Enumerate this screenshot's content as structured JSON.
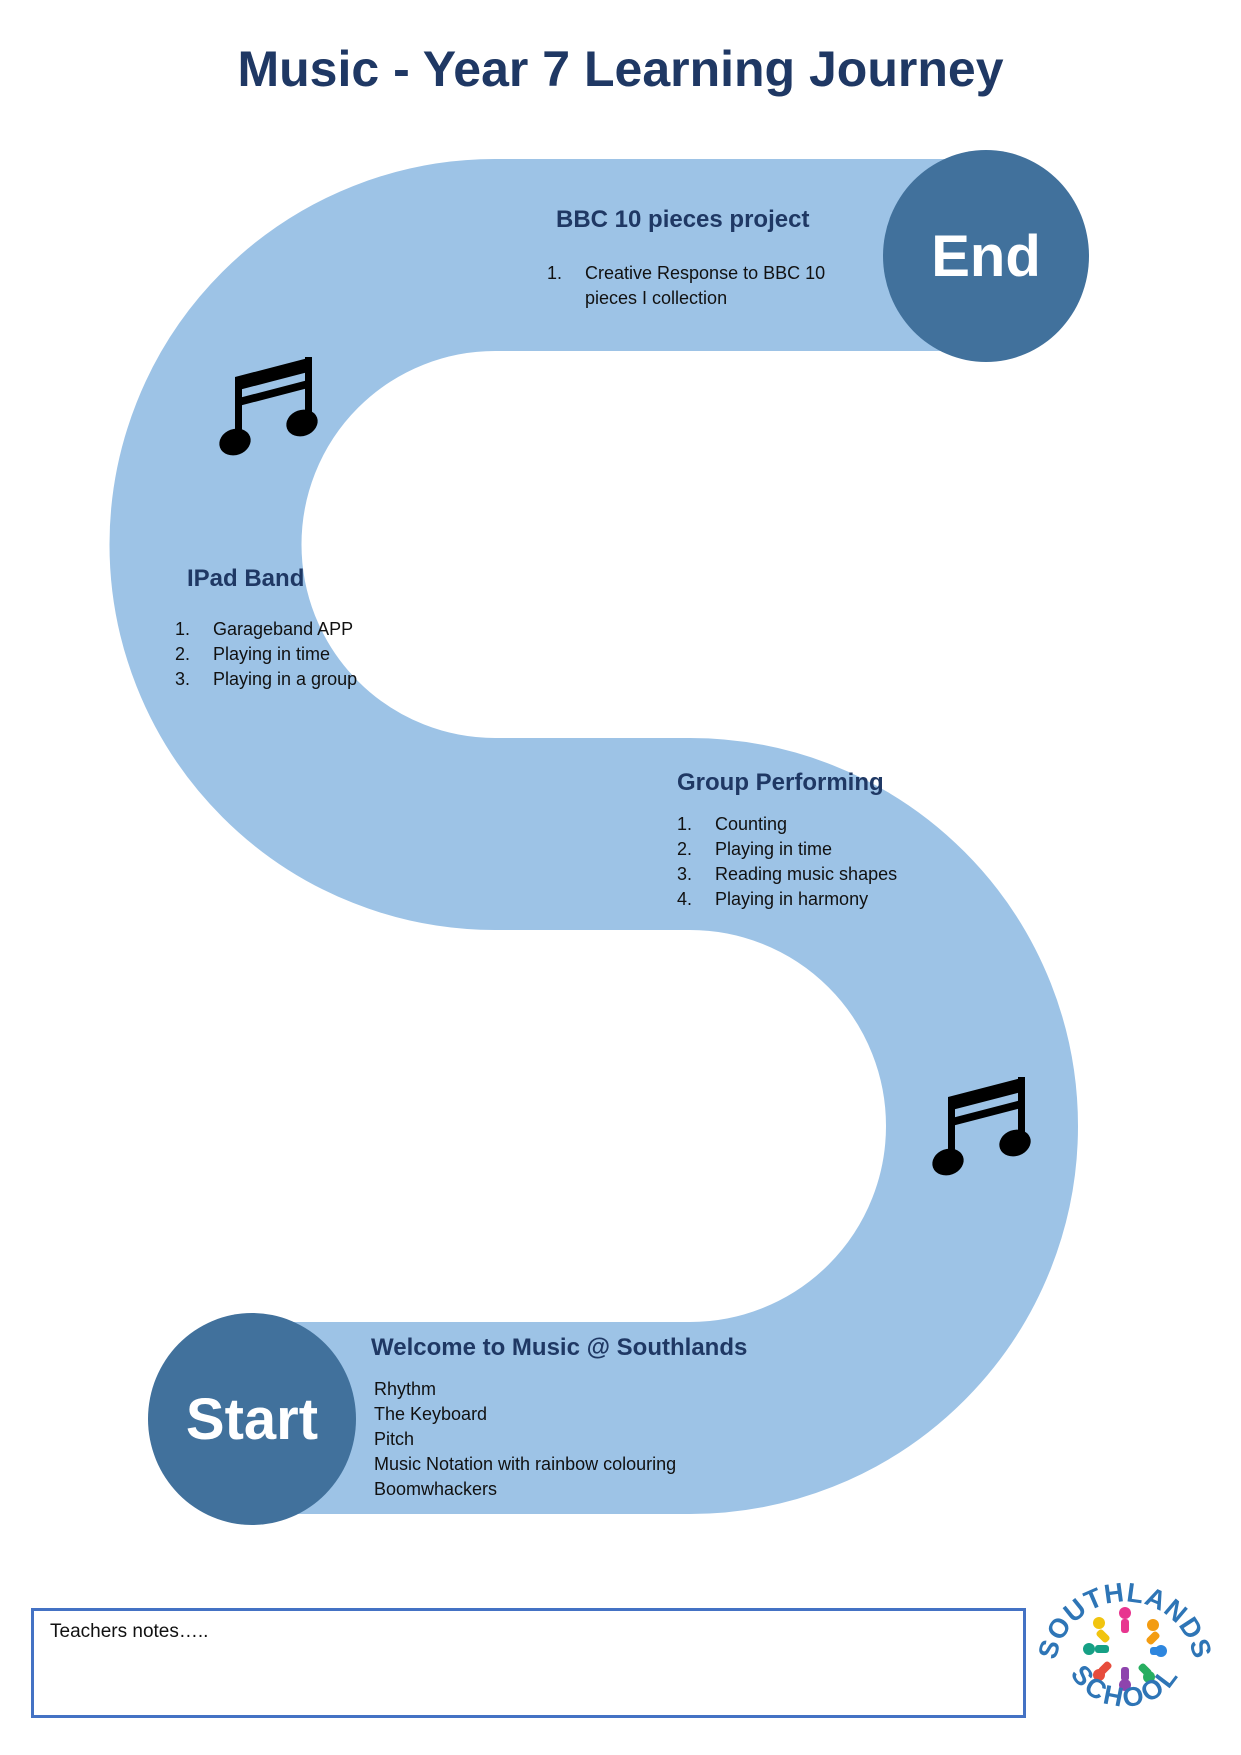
{
  "title": "Music - Year 7 Learning Journey",
  "colors": {
    "road": "#9dc3e6",
    "badge": "#41719c",
    "heading": "#1f3864",
    "notes_border": "#4472c4"
  },
  "end_badge": {
    "label": "End"
  },
  "start_badge": {
    "label": "Start"
  },
  "stages": {
    "bbc": {
      "heading": "BBC 10 pieces project",
      "items": [
        {
          "num": "1.",
          "lines": [
            "Creative Response to BBC 10",
            "pieces I collection"
          ]
        }
      ]
    },
    "ipad": {
      "heading": "IPad Band",
      "items": [
        {
          "num": "1.",
          "text": "Garageband APP"
        },
        {
          "num": "2.",
          "text": "Playing in time"
        },
        {
          "num": "3.",
          "text": "Playing in a group"
        }
      ]
    },
    "group": {
      "heading": "Group Performing",
      "items": [
        {
          "num": "1.",
          "text": "Counting"
        },
        {
          "num": "2.",
          "text": "Playing in time"
        },
        {
          "num": "3.",
          "text": "Reading music shapes"
        },
        {
          "num": "4.",
          "text": "Playing in harmony"
        }
      ]
    },
    "welcome": {
      "heading": "Welcome to Music @ Southlands",
      "items": [
        "Rhythm",
        "The Keyboard",
        "Pitch",
        "Music Notation with rainbow colouring",
        "Boomwhackers"
      ]
    }
  },
  "icons": {
    "note_top": "music-note-icon",
    "note_bottom": "music-note-icon"
  },
  "notes": {
    "label": "Teachers notes….."
  },
  "logo": {
    "text": "SOUTHLANDS SCHOOL",
    "top_text": "SOUTHLANDS",
    "bottom_text": "SCHOOL"
  }
}
